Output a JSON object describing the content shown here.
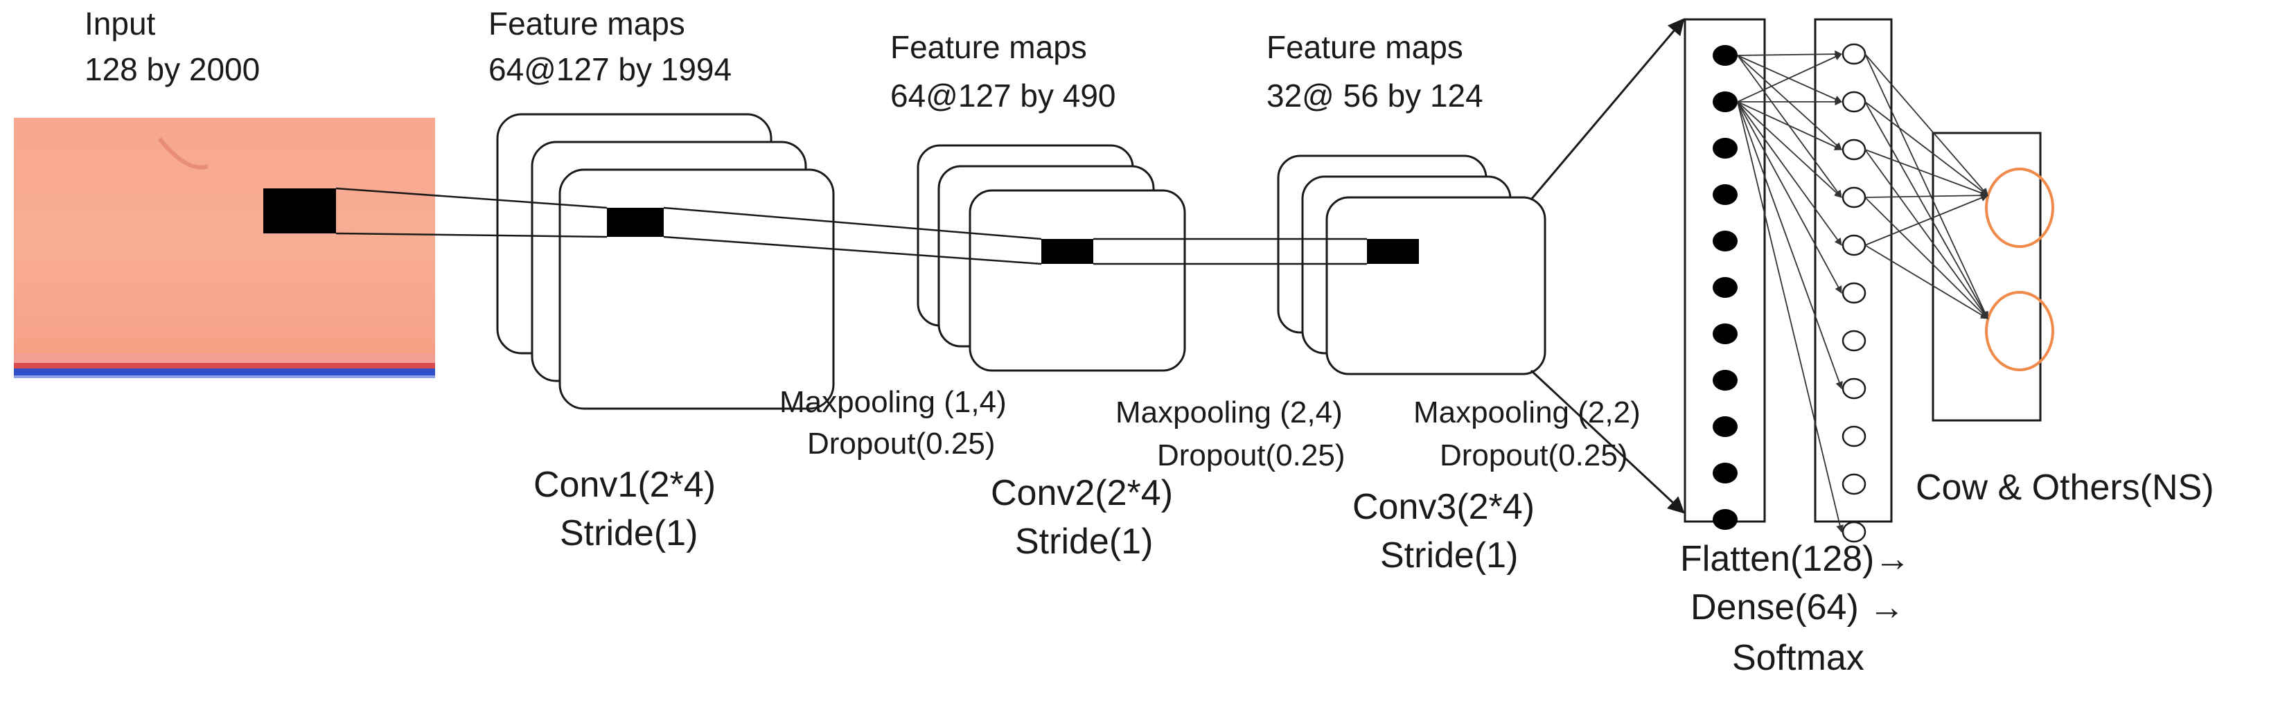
{
  "diagram": {
    "input": {
      "title": "Input",
      "size": "128 by 2000"
    },
    "feature_maps": [
      {
        "title": "Feature maps",
        "size": "64@127 by 1994"
      },
      {
        "title": "Feature maps",
        "size": "64@127 by 490"
      },
      {
        "title": "Feature maps",
        "size": "32@ 56 by 124"
      }
    ],
    "pooling": [
      {
        "line1": "Maxpooling  (1,4)",
        "line2": "Dropout(0.25)"
      },
      {
        "line1": "Maxpooling  (2,4)",
        "line2": "Dropout(0.25)"
      },
      {
        "line1": "Maxpooling  (2,2)",
        "line2": "Dropout(0.25)"
      }
    ],
    "conv": [
      {
        "line1": "Conv1(2*4)",
        "line2": "Stride(1)"
      },
      {
        "line1": "Conv2(2*4)",
        "line2": "Stride(1)"
      },
      {
        "line1": "Conv3(2*4)",
        "line2": "Stride(1)"
      }
    ],
    "dense": {
      "line1": "Flatten(128)→",
      "line2": "Dense(64) →",
      "line3": "Softmax"
    },
    "output": {
      "label": "Cow & Others(NS)"
    },
    "colors": {
      "input_fill": "#f7a58c",
      "input_band": "#d94a4a",
      "input_base": "#2f4fc9",
      "output_circle": "#f08a4a",
      "stroke": "#1a1a1a"
    }
  }
}
